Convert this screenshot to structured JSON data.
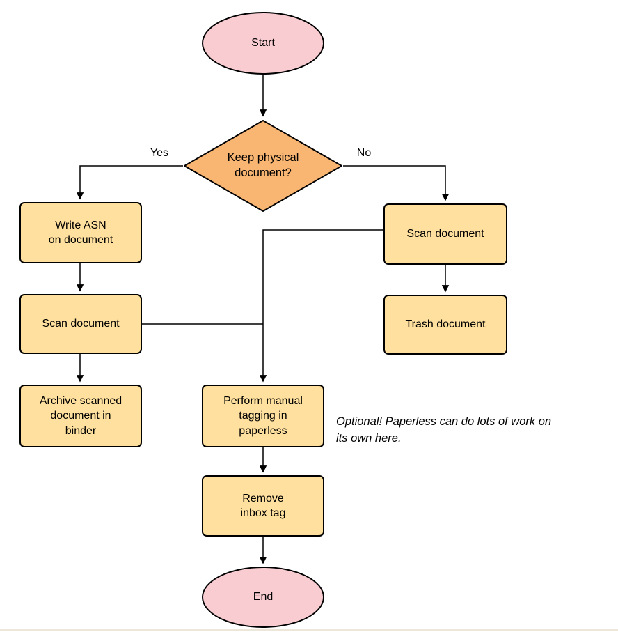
{
  "diagram": {
    "nodes": {
      "start": {
        "label": "Start"
      },
      "decision": {
        "label": "Keep physical\ndocument?"
      },
      "write_asn": {
        "label": "Write ASN\non document"
      },
      "scan_right": {
        "label": "Scan document"
      },
      "scan_left": {
        "label": "Scan document"
      },
      "trash": {
        "label": "Trash document"
      },
      "archive": {
        "label": "Archive scanned\ndocument in\nbinder"
      },
      "tagging": {
        "label": "Perform manual\ntagging in\npaperless"
      },
      "remove_inbox": {
        "label": "Remove\ninbox tag"
      },
      "end": {
        "label": "End"
      }
    },
    "edge_labels": {
      "yes": "Yes",
      "no": "No"
    },
    "annotation": "Optional! Paperless can do lots of work on\nits own here.",
    "colors": {
      "terminal_fill": "#F8CCD1",
      "decision_fill": "#F9B572",
      "process_fill": "#FFE09E",
      "stroke": "#000000"
    }
  }
}
